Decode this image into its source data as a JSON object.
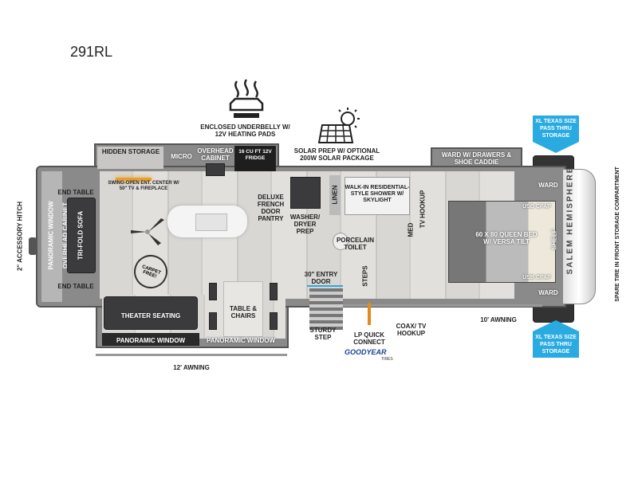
{
  "model": "291RL",
  "callouts": {
    "underbelly": "ENCLOSED UNDERBELLY W/ 12V HEATING PADS",
    "solar": "SOLAR PREP W/ OPTIONAL 200W SOLAR PACKAGE",
    "hitch": "2\" ACCESSORY HITCH",
    "spare_tire": "SPARE TIRE IN FRONT STORAGE COMPARTMENT",
    "storage_top": "XL TEXAS SIZE PASS THRU STORAGE",
    "storage_bottom": "XL TEXAS SIZE PASS THRU STORAGE",
    "awning_rear": "12' AWNING",
    "awning_front": "10' AWNING",
    "sturdy_step": "STURDY STEP",
    "lp": "LP QUICK CONNECT",
    "coax": "COAX/ TV HOOKUP",
    "tires_brand": "GOODYEAR",
    "tires_sub": "TIRES",
    "carpet_free": "CARPET FREE!",
    "brand": "SALEM HEMISPHERE"
  },
  "rooms": {
    "hidden_storage": "HIDDEN STORAGE",
    "micro": "MICRO",
    "overhead_cabinet": "OVERHEAD CABINET",
    "fridge": "16 CU FT 12V FRIDGE",
    "ent_center": "SWING-OPEN ENT. CENTER W/ 50\" TV & FIREPLACE",
    "end_table_top": "END TABLE",
    "end_table_bottom": "END TABLE",
    "panoramic_window_rear": "PANORAMIC WINDOW",
    "overhead_cabinet_rear": "OVERHEAD CABINET",
    "sofa": "TRI-FOLD SOFA",
    "pantry": "DELUXE FRENCH DOOR PANTRY",
    "washer": "WASHER/ DRYER PREP",
    "theater": "THEATER SEATING",
    "panoramic_window_1": "PANORAMIC WINDOW",
    "panoramic_window_2": "PANORAMIC WINDOW",
    "table": "TABLE & CHAIRS",
    "entry_door": "30\" ENTRY DOOR",
    "linen": "LINEN",
    "shower": "WALK-IN RESIDENTIAL-STYLE SHOWER W/ SKYLIGHT",
    "med": "MED",
    "toilet": "PORCELAIN TOILET",
    "steps": "STEPS",
    "tv_hookup": "TV HOOKUP",
    "ward_drawers": "WARD W/ DRAWERS & SHOE CADDIE",
    "ward_top": "WARD",
    "ward_bottom": "WARD",
    "usb_top": "USB CPAP",
    "usb_bottom": "USB CPAP",
    "bed": "60 X 80 QUEEN BED W/ VERSA TILT",
    "shelf": "SHELF"
  },
  "colors": {
    "accent": "#29abe2"
  }
}
